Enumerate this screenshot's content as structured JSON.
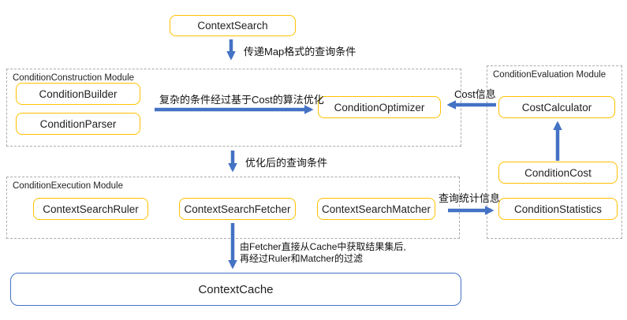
{
  "colors": {
    "node_border": "#FFC000",
    "arrow": "#4472C4",
    "cache_border": "#4472C4",
    "module_border": "#ABABAB",
    "text": "#1F1F1F"
  },
  "modules": {
    "construction": {
      "label": "ConditionConstruction Module"
    },
    "evaluation": {
      "label": "ConditionEvaluation Module"
    },
    "execution": {
      "label": "ConditionExecution Module"
    }
  },
  "nodes": {
    "context_search": "ContextSearch",
    "condition_builder": "ConditionBuilder",
    "condition_parser": "ConditionParser",
    "condition_optimizer": "ConditionOptimizer",
    "cost_calculator": "CostCalculator",
    "condition_cost": "ConditionCost",
    "condition_statistics": "ConditionStatistics",
    "context_search_ruler": "ContextSearchRuler",
    "context_search_fetcher": "ContextSearchFetcher",
    "context_search_matcher": "ContextSearchMatcher",
    "context_cache": "ContextCache"
  },
  "edge_labels": {
    "pass_map": "传递Map格式的查询条件",
    "optimize": "复杂的条件经过基于Cost的算法优化",
    "cost_info": "Cost信息",
    "optimized": "优化后的查询条件",
    "stats": "查询统计信息",
    "fetch_line1": "由Fetcher直接从Cache中获取结果集后,",
    "fetch_line2": "再经过Ruler和Matcher的过滤"
  }
}
